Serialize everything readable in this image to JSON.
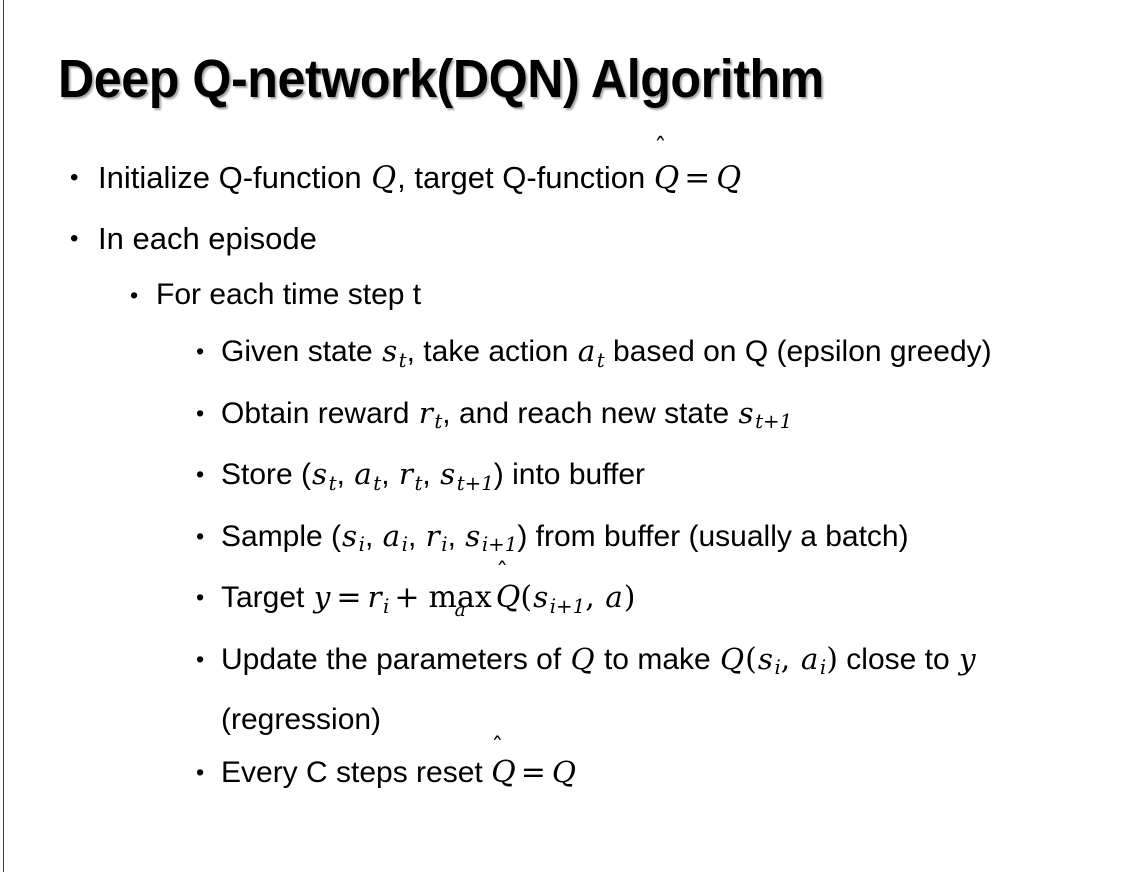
{
  "slide": {
    "title": "Deep Q-network(DQN) Algorithm",
    "background_color": "#ffffff",
    "text_color": "#000000",
    "edge_rule_color": "#3f3f3f",
    "bullet_glyph": "•"
  },
  "bullets": {
    "b1": {
      "level": 1,
      "pre": "Initialize Q-function ",
      "var_q": "Q",
      "mid": ", target Q-function ",
      "hat_q": "Q",
      "hat_mark": "̂",
      "equals": "=",
      "var_q2": "Q"
    },
    "b2": {
      "level": 1,
      "text": "In each episode"
    },
    "b3": {
      "level": 2,
      "text": "For each time step t"
    },
    "b4": {
      "level": 3,
      "pre": "Given state ",
      "s": "s",
      "s_sub": "t",
      "mid": ", take action ",
      "a": "a",
      "a_sub": "t",
      "post": " based on Q (epsilon greedy)"
    },
    "b5": {
      "level": 3,
      "pre": "Obtain reward ",
      "r": "r",
      "r_sub": "t",
      "mid": ", and reach new state ",
      "s": "s",
      "s_sub": "t+1"
    },
    "b6": {
      "level": 3,
      "pre": "Store (",
      "s": "s",
      "s_sub": "t",
      "c1": ", ",
      "a": "a",
      "a_sub": "t",
      "c2": ", ",
      "r": "r",
      "r_sub": "t",
      "c3": ", ",
      "s2": "s",
      "s2_sub": "t+1",
      "post": ") into buffer"
    },
    "b7": {
      "level": 3,
      "pre": "Sample (",
      "s": "s",
      "s_sub": "i",
      "c1": ", ",
      "a": "a",
      "a_sub": "i",
      "c2": ", ",
      "r": "r",
      "r_sub": "i",
      "c3": ", ",
      "s2": "s",
      "s2_sub": "i+1",
      "post": ") from buffer (usually a batch)"
    },
    "b8": {
      "level": 3,
      "pre": "Target ",
      "y": "y",
      "eq": "=",
      "r": "r",
      "r_sub": "i",
      "plus": "+",
      "max": "max",
      "max_sub": "a",
      "hat_q": "Q",
      "hat_mark": "̂",
      "paren_open": "(",
      "s": "s",
      "s_sub": "i+1",
      "comma": ", ",
      "a": "a",
      "paren_close": ")"
    },
    "b9": {
      "level": 3,
      "pre": "Update the parameters of ",
      "q1": "Q",
      "mid": " to make ",
      "q2": "Q",
      "paren_open": "(",
      "s": "s",
      "s_sub": "i",
      "comma": ", ",
      "a": "a",
      "a_sub": "i",
      "paren_close": ")",
      "post": " close to ",
      "y": "y",
      "tail": " (regression)"
    },
    "b10": {
      "level": 3,
      "pre": "Every C steps reset ",
      "hat_q": "Q",
      "hat_mark": "̂",
      "equals": "=",
      "q": "Q"
    }
  }
}
